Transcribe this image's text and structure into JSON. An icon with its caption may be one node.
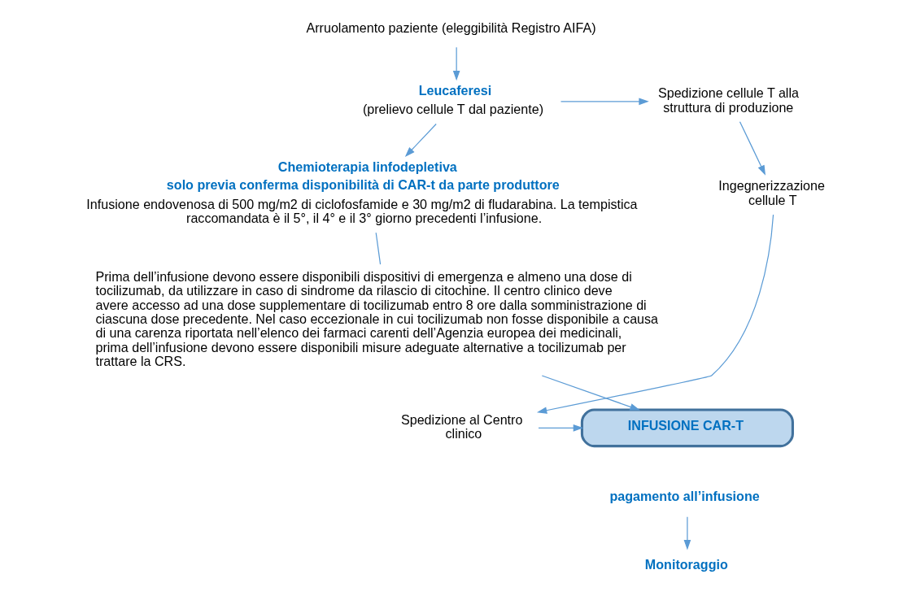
{
  "diagram": {
    "nodes": [
      {
        "text": [
          "Arruolamento paziente (eleggibilità Registro AIFA)"
        ]
      },
      {
        "text": [
          "Leucaferesi",
          "(prelievo cellule T dal paziente)"
        ]
      },
      {
        "text": [
          "Spedizione cellule T alla struttura di produzione"
        ]
      },
      {
        "text": [
          "Chemioterapia linfodepletiva",
          "solo previa conferma disponibilità di CAR-t da parte produttore",
          "Infusione endovenosa di 500 mg/m2 di ciclofosfamide e 30 mg/m2 di fludarabina. La tempistica raccomandata è il 5°, il 4° e il 3° giorno precedenti l’infusione."
        ]
      },
      {
        "text": [
          "Ingegnerizzazione cellule T"
        ]
      },
      {
        "text": [
          "Prima dell’infusione devono essere disponibili dispositivi di emergenza e almeno una dose di tocilizumab, da utilizzare in caso di sindrome da rilascio di citochine. Il centro clinico deve avere accesso ad una dose supplementare di tocilizumab entro 8 ore dalla somministrazione di ciascuna dose precedente. Nel caso eccezionale in cui tocilizumab non fosse disponibile a causa di una carenza riportata nell’elenco dei farmaci carenti dell’Agenzia europea dei medicinali, prima dell’infusione devono essere disponibili misure adeguate alternative a tocilizumab per trattare la CRS."
        ]
      },
      {
        "text": [
          "INFUSIONE CAR-T"
        ]
      },
      {
        "text": [
          "Spedizione al Centro clinico"
        ]
      },
      {
        "text": [
          "pagamento all’infusione"
        ]
      },
      {
        "text": [
          "Monitoraggio"
        ]
      }
    ],
    "edges": [
      {
        "from": 0,
        "to": 1,
        "arrow": "to"
      },
      {
        "from": 1,
        "to": 2,
        "arrow": "to"
      },
      {
        "from": 1,
        "to": 3,
        "arrow": "to"
      },
      {
        "from": 2,
        "to": 4,
        "arrow": "to"
      },
      {
        "from": 3,
        "to": 5,
        "arrow": "none"
      },
      {
        "from": 5,
        "to": 6,
        "arrow": "to"
      },
      {
        "from": 4,
        "to": 7,
        "arrow": "to"
      },
      {
        "from": 7,
        "to": 6,
        "arrow": "to"
      },
      {
        "from": 8,
        "to": 9,
        "arrow": "to"
      }
    ]
  }
}
